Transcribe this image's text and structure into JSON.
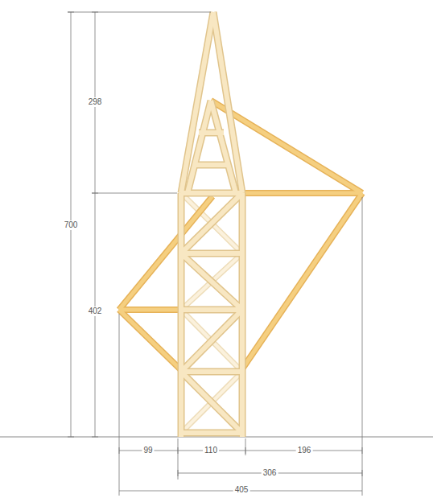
{
  "diagram": {
    "labels": [
      "298",
      "700",
      "402",
      "99",
      "110",
      "196",
      "306",
      "405"
    ]
  }
}
